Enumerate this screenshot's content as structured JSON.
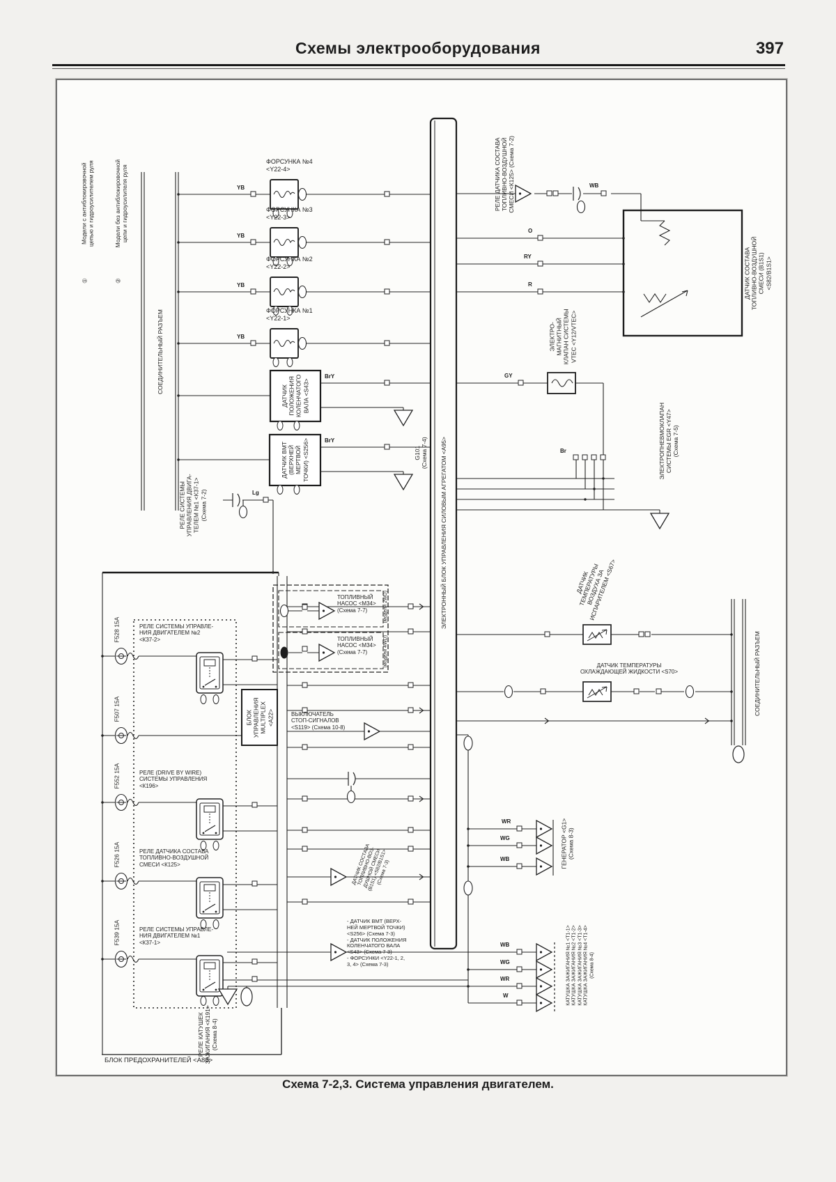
{
  "page": {
    "header_title": "Схемы электрооборудования",
    "page_number": "397",
    "caption": "Схема 7-2,3. Система управления двигателем."
  },
  "colors": {
    "ink": "#222222",
    "paper": "#fcfcfa"
  },
  "legend": {
    "marker1": "①",
    "marker2": "②",
    "item1": "Модели с антиблокировочной\nцепью и гидроусилителем руля",
    "item2": "Модели без антиблокировочной\nцепи и гидроусилителя руля"
  },
  "connectors": {
    "left": "СОЕДИНИТЕЛЬНЫЙ РАЗЪЕМ",
    "right": "СОЕДИНИТЕЛЬНЫЙ РАЗЪЕМ"
  },
  "ecu": {
    "label": "ЭЛЕКТРОННЫЙ БЛОК УПРАВЛЕНИЯ СИЛОВЫМ АГРЕГАТОМ <А95>"
  },
  "injectors": [
    {
      "label": "ФОРСУНКА №4\n<Y22-4>"
    },
    {
      "label": "ФОРСУНКА №3\n<Y22-3>"
    },
    {
      "label": "ФОРСУНКА №2\n<Y22-2>"
    },
    {
      "label": "ФОРСУНКА №1\n<Y22-1>"
    }
  ],
  "sensors": {
    "crank": "ДАТЧИК\nПОЛОЖЕНИЯ\nКОЛЕНЧАТОГО\nВАЛА <S43>",
    "tdc": "ДАТЧИК ВМТ\n(ВЕРХНЕЙ\nМЕРТВОЙ\nТОЧКИ) <S256>",
    "ground": "G101\n(Схема 7-4)",
    "afr": "ДАТЧИК СОСТАВА\nТОПЛИВНО-ВОЗДУШНОЙ\nСМЕСИ (В1S1)\n<S82/В1S1>",
    "evap": "ДАТЧИК\nТЕМПЕРАТУРЫ\nВОЗДУХА ЗА\nИСПАРИТЕЛЕМ <S67>",
    "coolant": "ДАТЧИК ТЕМПЕРАТУРЫ\nОХЛАЖДАЮЩЕЙ ЖИДКОСТИ <S70>"
  },
  "relays": {
    "afr_relay": "РЕЛЕ ДАТЧИКА СОСТАВА\nТОПЛИВНО-ВОЗДУШНОЙ\nСМЕСИ <К125> (Схема 7-2)",
    "engine1_ref": "РЕЛЕ СИСТЕМЫ\nУПРАВЛЕНИЯ ДВИГА-\nТЕЛЕМ №1 <К37-1>\n(Схема 7-2)",
    "r1": "РЕЛЕ СИСТЕМЫ УПРАВЛЕ-\nНИЯ ДВИГАТЕЛЕМ №2\n<К37-2>",
    "r2": "РЕЛЕ (DRIVE BY WIRE)\nСИСТЕМЫ УПРАВЛЕНИЯ\n<К196>",
    "r3": "РЕЛЕ ДАТЧИКА СОСТАВА\nТОПЛИВНО-ВОЗДУШНОЙ\nСМЕСИ <К125>",
    "r4": "РЕЛЕ СИСТЕМЫ УПРАВЛЕ-\nНИЯ ДВИГАТЕЛЕМ №1\n<К37-1>",
    "ign": "РЕЛЕ КАТУШЕК\nЗАЖИГАНИЯ <К191>\n(Схема 8-4)"
  },
  "valves": {
    "vtec": "ЭЛЕКТРО-\nМАГНИТНЫЙ\nКЛАПАН СИСТЕМЫ\nVTEC <Y12/VTEC>",
    "egr": "ЭЛЕКТРОПНЕВМОКЛАПАН\nСИСТЕМЫ EGR <Y47>\n(Схема 7-5)"
  },
  "pumps": {
    "pump1": "ТОПЛИВНЫЙ\nНАСОС <М34>\n(Схема 7-7)",
    "pump2": "ТОПЛИВНЫЙ\nНАСОС <М34>\n(Схема 7-7)",
    "note1": "(модели 2WD)",
    "note2": "(модели 4WD)"
  },
  "multiplex": "БЛОК\nУПРАВЛЕНИЯ\nMULTIPLEX\n<А22>",
  "stop_switch": "ВЫКЛЮЧАТЕЛЬ\nСТОП-СИГНАЛОВ\n<S119> (Схема 10-8)",
  "generator": "ГЕНЕРАТОР <G1>\n(Схема 8-3)",
  "coils": "КАТУШКА ЗАЖИГАНИЯ №1 <Т1-1>\nКАТУШКА ЗАЖИГАНИЯ №2 <Т1-2>\nКАТУШКА ЗАЖИГАНИЯ №3 <Т1-3>\nКАТУШКА ЗАЖИГАНИЯ №4 <Т1-4>\n(Схема 8-4)",
  "notes": {
    "afr_ref": "ДАТЧИК СОСТАВА\nТОПЛИВНО-ВОЗ-\nДУШНОЙ СМЕСИ\n(В1S1) <S82/В1S1>\n(Схема 7-3)",
    "bottom_list": "- ДАТЧИК ВМТ (ВЕРХ-\nНЕЙ МЕРТВОЙ ТОЧКИ)\n<S256> (Схема 7-3)\n- ДАТЧИК ПОЛОЖЕНИЯ\nКОЛЕНЧАТОГО ВАЛА\n<S43> (Схема 7-3)\n- ФОРСУНКИ <Y22-1, 2,\n3, 4> (Схема 7-3)"
  },
  "fuse_box": "БЛОК ПРЕДОХРАНИТЕЛЕЙ <А86>",
  "fuses": [
    {
      "label": "F528 15A"
    },
    {
      "label": "F507 15A"
    },
    {
      "label": "F552 15A"
    },
    {
      "label": "F526 15A"
    },
    {
      "label": "F539 15A"
    }
  ],
  "wire_codes": {
    "yb": "YB",
    "bry": "BrY",
    "o": "O",
    "ry": "RY",
    "r": "R",
    "wb": "WB",
    "gy": "GY",
    "br": "Br",
    "lg": "Lg",
    "wr": "WR",
    "wg": "WG",
    "w": "W"
  }
}
